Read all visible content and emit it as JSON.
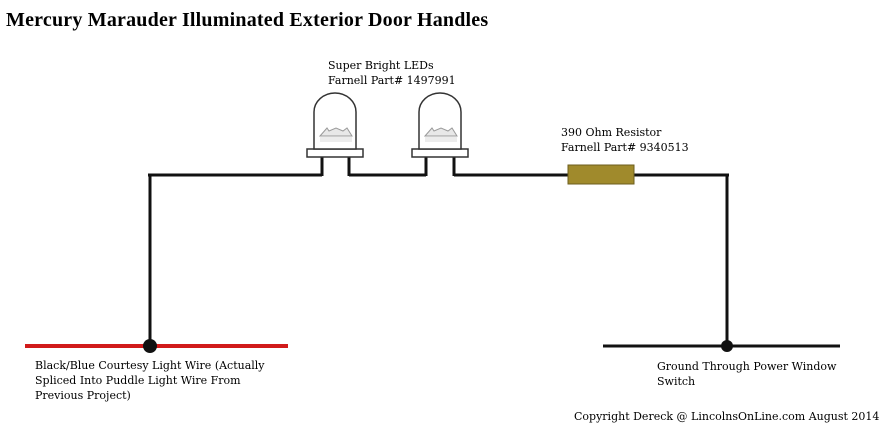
{
  "title": "Mercury Marauder Illuminated Exterior Door Handles",
  "led_label": {
    "line1": "Super Bright LEDs",
    "line2": "Farnell Part# 1497991"
  },
  "resistor_label": {
    "line1": "390 Ohm Resistor",
    "line2": "Farnell Part# 9340513"
  },
  "left_wire_label": {
    "line1": "Black/Blue Courtesy Light Wire (Actually",
    "line2": "Spliced Into Puddle Light Wire From",
    "line3": "Previous Project)"
  },
  "right_wire_label": {
    "line1": "Ground Through Power Window",
    "line2": "Switch"
  },
  "copyright": "Copyright Dereck @ LincolnsOnLine.com August 2014",
  "colors": {
    "wire": "#111111",
    "courtesy_wire": "#d11a1a",
    "resistor": "#a08a2c",
    "led_body": "#ffffff",
    "led_outline": "#333333"
  },
  "icons": [
    "led-icon",
    "resistor-icon",
    "junction-dot-icon"
  ]
}
